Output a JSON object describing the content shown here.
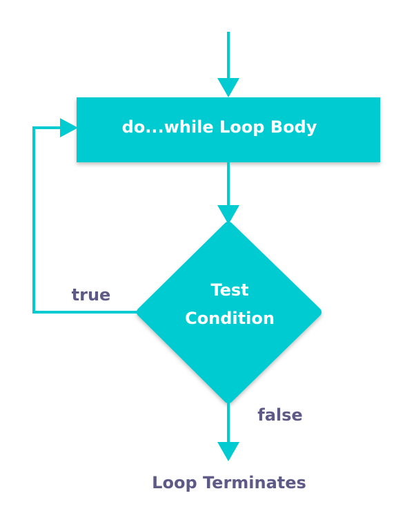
{
  "diagram": {
    "nodes": {
      "loop_body": "do...while Loop Body",
      "condition_line1": "Test",
      "condition_line2": "Condition",
      "terminal": "Loop Terminates"
    },
    "edges": {
      "true_label": "true",
      "false_label": "false"
    },
    "colors": {
      "node_fill": "#00cbd1",
      "connector": "#00cbd1",
      "label_text": "#5e5a87",
      "node_text": "#ffffff"
    }
  }
}
